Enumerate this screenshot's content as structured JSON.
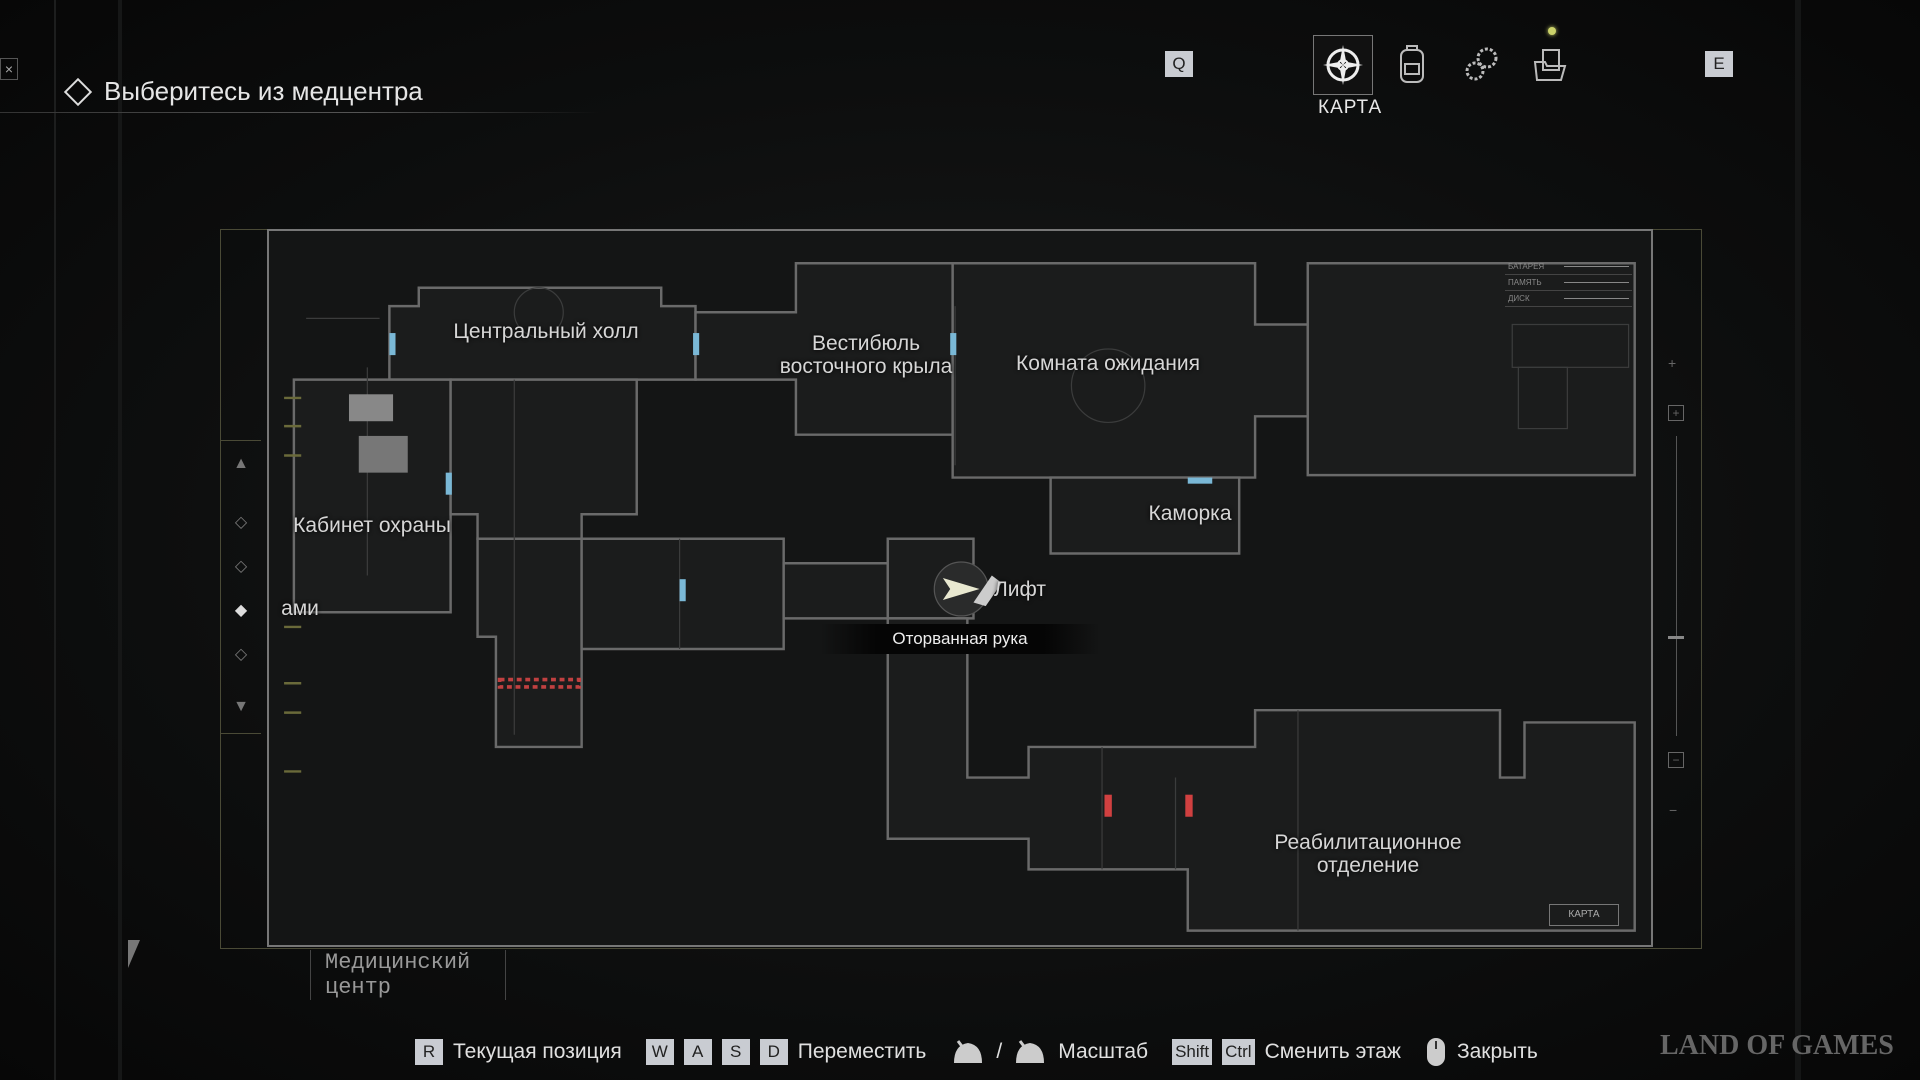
{
  "objective": {
    "text": "Выберитесь из медцентра",
    "icon": "diamond-icon"
  },
  "close_icon": "×",
  "tabs": {
    "prev_key": "Q",
    "next_key": "E",
    "items": [
      {
        "name": "map",
        "icon": "compass-icon",
        "label": "КАРТА",
        "active": true
      },
      {
        "name": "inventory",
        "icon": "backpack-icon"
      },
      {
        "name": "crafting",
        "icon": "gears-icon"
      },
      {
        "name": "files",
        "icon": "folder-icon",
        "has_notification": true
      }
    ]
  },
  "map": {
    "area_name": "Медицинский центр",
    "rooms": [
      {
        "label": "Центральный холл"
      },
      {
        "label": "Вестибюль восточного крыла"
      },
      {
        "label": "Комната ожидания"
      },
      {
        "label": "Каморка"
      },
      {
        "label": "Лифт"
      },
      {
        "label": "Кабинет охраны"
      },
      {
        "label": "ами"
      },
      {
        "label": "Реабилитационное отделение"
      }
    ],
    "tooltip": "Оторванная рука",
    "stats": [
      {
        "label": "БАТАРЕЯ"
      },
      {
        "label": "ПАМЯТЬ"
      },
      {
        "label": "ДИСК"
      }
    ],
    "map_badge": "КАРТА",
    "zoom_in": "+",
    "zoom_out": "−",
    "floor_up": "▲",
    "floor_down": "▼"
  },
  "controls": [
    {
      "keys": [
        "R"
      ],
      "label": "Текущая позиция"
    },
    {
      "keys": [
        "W",
        "A",
        "S",
        "D"
      ],
      "label": "Переместить"
    },
    {
      "keys": [
        "mouse-scroll-icon",
        "/",
        "mouse-scroll-icon"
      ],
      "label": "Масштаб"
    },
    {
      "keys": [
        "Shift",
        "Ctrl"
      ],
      "label": "Сменить этаж"
    },
    {
      "keys": [
        "mouse-icon"
      ],
      "label": "Закрыть"
    }
  ],
  "watermark": "LAND OF GAMES",
  "colors": {
    "door_open": "#7ab8d6",
    "door_locked": "#d04040",
    "accent_frame": "#4a4a36"
  }
}
